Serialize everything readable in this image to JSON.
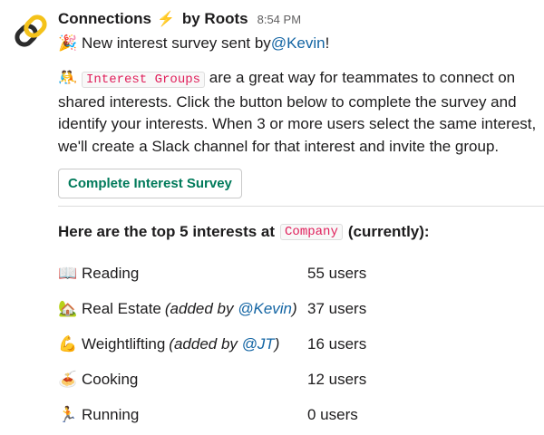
{
  "header": {
    "app_name": "Connections",
    "bolt_icon": "lightning-bolt-icon",
    "by_text": "by Roots",
    "time": "8:54 PM"
  },
  "message": {
    "line1_prefix": "New interest survey sent by ",
    "line1_mention": "@Kevin",
    "line1_suffix": "!",
    "intro_code": "Interest Groups",
    "intro_text": " are a great way for teammates to connect on shared interests. Click the button below to complete the survey and identify your interests. When 3 or more users select the same interest, we'll create a Slack channel for that interest and invite the group."
  },
  "button": {
    "label": "Complete Interest Survey"
  },
  "top": {
    "prefix": "Here are the top 5 interests at",
    "company": "Company",
    "suffix": "(currently):"
  },
  "interests": [
    {
      "icon": "📖",
      "icon_name": "book-icon",
      "name": "Reading",
      "added_prefix": "",
      "added_by": "",
      "added_suffix": "",
      "users": "55 users"
    },
    {
      "icon": "🏡",
      "icon_name": "house-icon",
      "name": "Real Estate",
      "added_prefix": "(added by ",
      "added_by": "@Kevin",
      "added_suffix": ")",
      "users": "37 users"
    },
    {
      "icon": "💪",
      "icon_name": "flexed-biceps-icon",
      "name": "Weightlifting",
      "added_prefix": "(added by ",
      "added_by": "@JT",
      "added_suffix": ")",
      "users": "16 users"
    },
    {
      "icon": "🍝",
      "icon_name": "spaghetti-icon",
      "name": "Cooking",
      "added_prefix": "",
      "added_by": "",
      "added_suffix": "",
      "users": "12 users"
    },
    {
      "icon": "🏃",
      "icon_name": "runner-icon",
      "name": "Running",
      "added_prefix": "",
      "added_by": "",
      "added_suffix": "",
      "users": "0 users"
    }
  ],
  "colors": {
    "accent_green": "#007a5a",
    "mention_blue": "#1264a3",
    "code_red": "#e01e5a",
    "logo_gold": "#f4c21a",
    "logo_dark": "#2b2b2b"
  }
}
